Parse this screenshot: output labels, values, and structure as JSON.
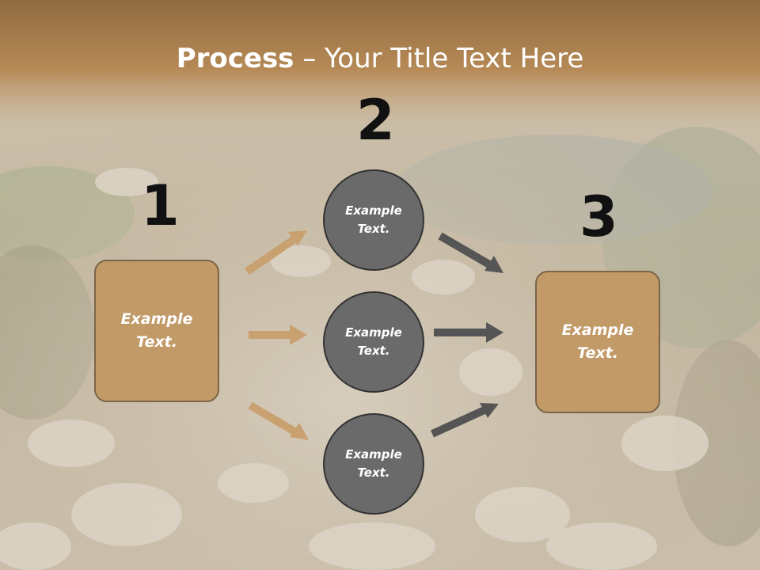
{
  "title": {
    "bold": "Process",
    "rest": " – Your Title Text Here"
  },
  "steps": [
    {
      "number": "1",
      "box_text": "Example\nText."
    },
    {
      "number": "2",
      "circles": [
        "Example\nText.",
        "Example\nText.",
        "Example\nText."
      ]
    },
    {
      "number": "3",
      "box_text": "Example\nText."
    }
  ],
  "colors": {
    "box_fill": "#c19a68",
    "circle_fill": "#6a6a6a",
    "arrow_tan": "#c9a06f",
    "arrow_gray": "#555555",
    "title_band": "#a87d4c"
  }
}
